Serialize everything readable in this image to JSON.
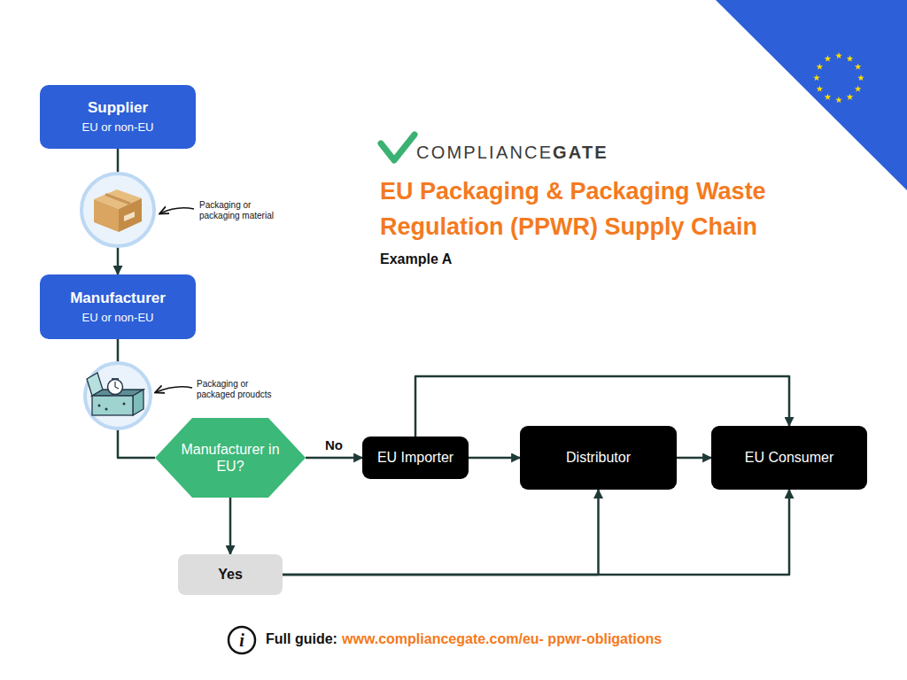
{
  "diagram": {
    "title": "EU Packaging & Packaging Waste Regulation (PPWR) Supply Chain",
    "nodes": [
      {
        "text": [
          "Supplier",
          "EU or non-EU"
        ]
      },
      {
        "text": [
          "Manufacturer",
          "EU or non-EU"
        ]
      },
      {
        "text": [
          "Manufacturer in EU?"
        ]
      },
      {
        "text": [
          "EU Importer"
        ]
      },
      {
        "text": [
          "Distributor"
        ]
      },
      {
        "text": [
          "EU Consumer"
        ]
      },
      {
        "text": [
          "Yes"
        ]
      }
    ],
    "edges": [
      {
        "from": 0,
        "to": 1,
        "arrow": "to"
      },
      {
        "from": 1,
        "to": 2,
        "arrow": "none"
      },
      {
        "from": 2,
        "to": 3,
        "label": "No",
        "arrow": "to"
      },
      {
        "from": 2,
        "to": 6,
        "arrow": "to"
      },
      {
        "from": 3,
        "to": 4,
        "arrow": "to"
      },
      {
        "from": 3,
        "to": 5,
        "arrow": "to"
      },
      {
        "from": 4,
        "to": 5,
        "arrow": "to"
      },
      {
        "from": 6,
        "to": 4,
        "arrow": "to"
      },
      {
        "from": 6,
        "to": 5,
        "arrow": "to"
      }
    ],
    "labels": [
      "COMPLIANCE",
      "GATE",
      "Example A",
      "Packaging or packaging material",
      "Packaging or packaged proudcts",
      "i",
      "Full guide:",
      "www.compliancegate.com/eu- ppwr-obligations"
    ]
  }
}
